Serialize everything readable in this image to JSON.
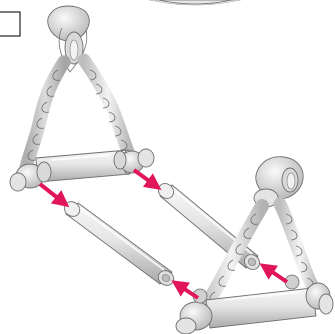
{
  "figure": {
    "kind": "assembly illustration",
    "frame_count": 2,
    "arrow_count": 4
  },
  "colors": {
    "background": "#ffffff",
    "part_fill": "#e6e6e6",
    "part_light": "#f7f7f7",
    "part_shadow": "#a9a9a9",
    "outline": "#6f6f6f",
    "arrow": "#e0155a",
    "corner_box": "#222222"
  },
  "icons": [
    "step-number-box",
    "rope-frame-icon",
    "tube-icon",
    "insert-arrow-icon"
  ]
}
